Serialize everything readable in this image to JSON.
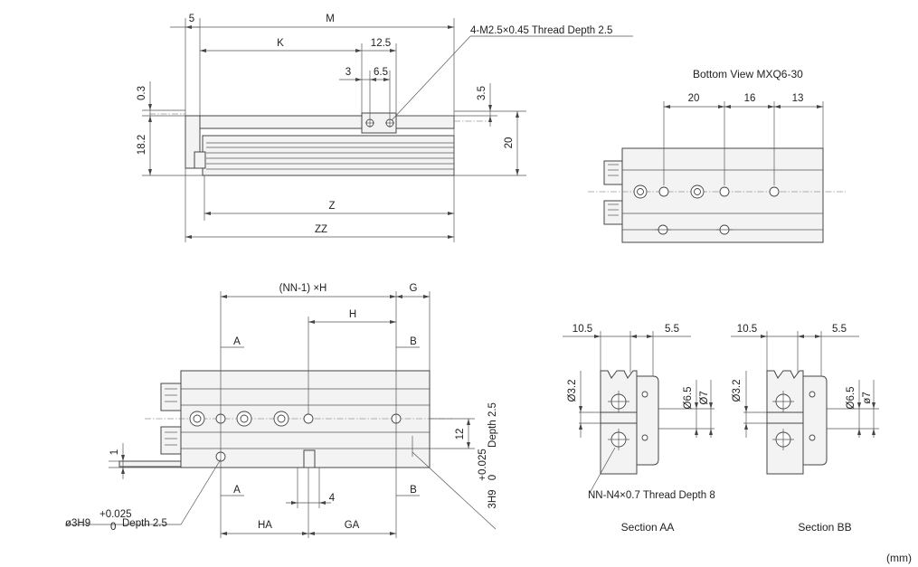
{
  "title": "Bottom View MXQ6-30",
  "units": "(mm)",
  "top_view": {
    "dims": {
      "m": "M",
      "five": "5",
      "k": "K",
      "twelve_five": "12.5",
      "three": "3",
      "six_five": "6.5",
      "thread_note": "4-M2.5×0.45 Thread Depth 2.5",
      "zero_three": "0.3",
      "eighteen_two": "18.2",
      "three_five": "3.5",
      "twenty": "20",
      "z": "Z",
      "zz": "ZZ"
    }
  },
  "bottom_view": {
    "dims": {
      "twenty": "20",
      "sixteen": "16",
      "thirteen": "13"
    }
  },
  "side_view": {
    "dims": {
      "nn_h": "(NN-1) ×H",
      "g": "G",
      "h": "H",
      "a_top": "A",
      "b_top": "B",
      "a_bottom": "A",
      "b_bottom": "B",
      "one": "1",
      "twelve": "12",
      "depth_right": "Depth 2.5",
      "pin_hole_right": "3H9",
      "tol_upper": "+0.025",
      "tol_lower": "0",
      "pin_hole_left": "ø3H9",
      "depth_left": "Depth 2.5",
      "four": "4",
      "ha": "HA",
      "ga": "GA"
    }
  },
  "sections": {
    "aa": {
      "label": "Section AA",
      "ten_five": "10.5",
      "five_five": "5.5",
      "d32": "Ø3.2",
      "d65": "Ø6.5",
      "d7": "Ø7"
    },
    "bb": {
      "label": "Section BB",
      "ten_five": "10.5",
      "five_five": "5.5",
      "d32": "Ø3.2",
      "d65": "Ø6.5",
      "d7": "ø7"
    },
    "thread_note": "NN-N4×0.7 Thread Depth 8"
  }
}
